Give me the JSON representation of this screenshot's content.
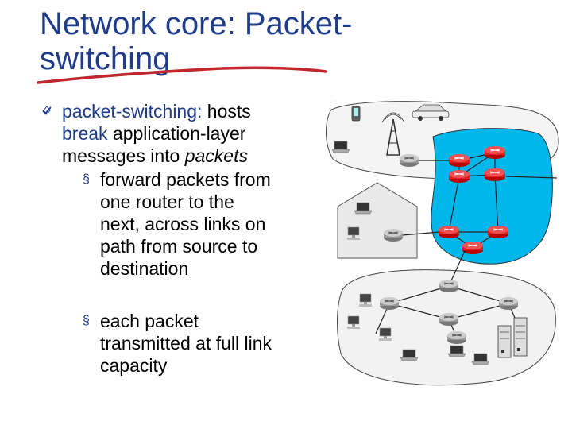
{
  "slide": {
    "title_line1": "Network core: Packet-",
    "title_line2": "switching",
    "bullet": {
      "term": "packet-switching:",
      "text1": " hosts",
      "verb": "break",
      "text2": " application-layer",
      "text3": "messages into ",
      "emph": "packets"
    },
    "sub_bullets": [
      {
        "lines": [
          "forward packets from",
          "one router to the",
          "next, across links on",
          "path from source to",
          "destination"
        ]
      },
      {
        "lines": [
          "each packet",
          "transmitted at full link",
          "capacity"
        ]
      }
    ]
  },
  "colors": {
    "title": "#1f3c8b",
    "ink_stroke": "#c0282d",
    "isp_cloud": "#00b7eb",
    "router": "#e02020"
  },
  "icons": {
    "bullet": "checkmark-diamond-icon",
    "sub_bullet": "square-bullet-icon"
  }
}
